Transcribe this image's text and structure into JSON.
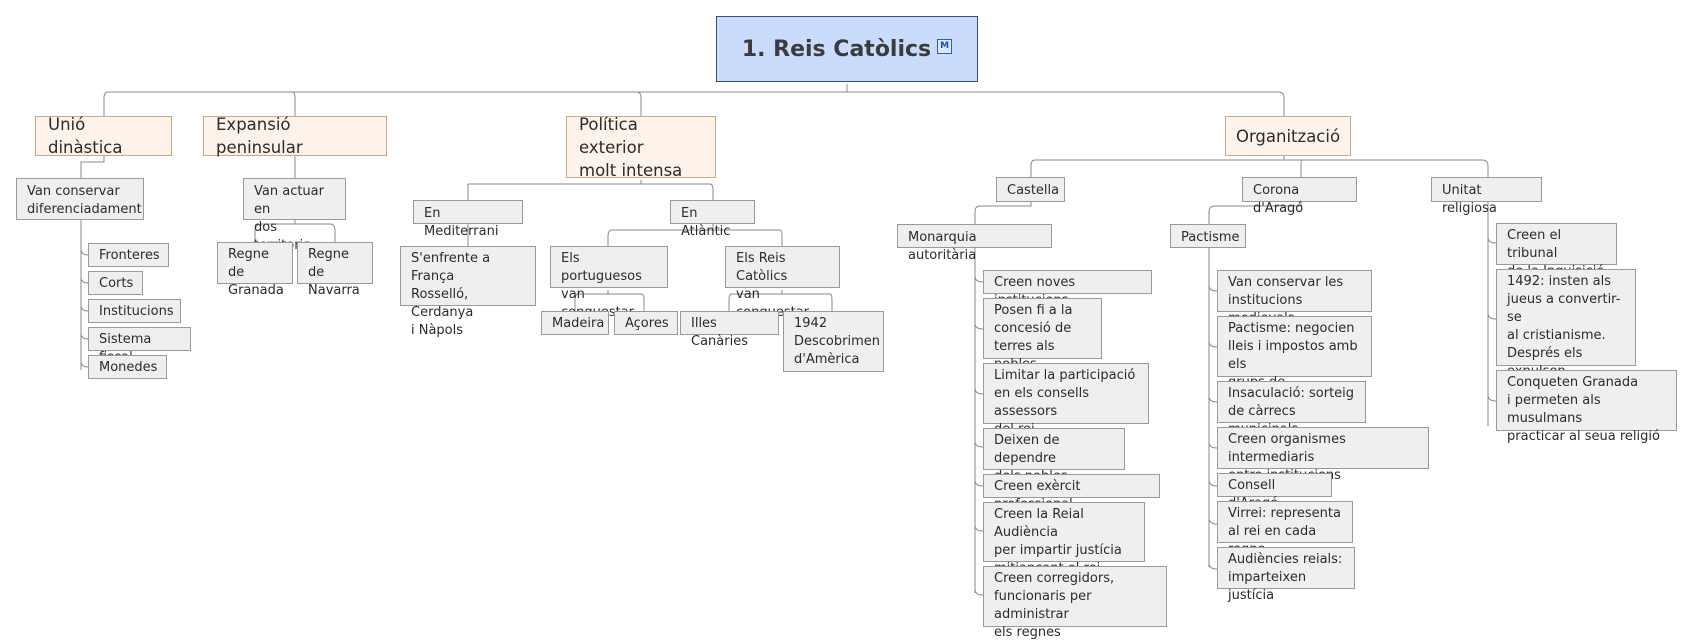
{
  "root": {
    "title": "1. Reis Catòlics",
    "badge": "M"
  },
  "topics": {
    "unio": {
      "label": "Unió dinàstica",
      "sub": "Van conservar\ndiferenciadament",
      "items": [
        "Fronteres",
        "Corts",
        "Institucions",
        "Sistema fiscal",
        "Monedes"
      ]
    },
    "expansio": {
      "label": "Expansió peninsular",
      "sub": "Van actuar en\ndos territoris",
      "items": [
        "Regne de\nGranada",
        "Regne de\nNavarra"
      ]
    },
    "politica": {
      "label": "Política exterior\nmolt intensa",
      "mediterrani": {
        "label": "En Mediterrani",
        "item": "S'enfrente a França\nRosselló, Cerdanya\ni Nàpols"
      },
      "atlantic": {
        "label": "En Atlàntic",
        "portuguesos": "Els portuguesos\nvan conquestar",
        "portuguesos_items": [
          "Madeira",
          "Açores"
        ],
        "reis": "Els Reis Catòlics\nvan conquestar",
        "reis_items": [
          "Illes Canàries",
          "1942\nDescobrimen\nd'Amèrica"
        ]
      }
    },
    "organitzacio": {
      "label": "Organització",
      "castella": {
        "label": "Castella",
        "monarquia": "Monarquia autoritària",
        "items": [
          "Creen noves institucions",
          "Posen fi a la\nconcesió de\nterres als nobles",
          "Limitar la participació\nen els consells assessors\ndel rei",
          "Deixen de dependre\ndels nobles",
          "Creen exèrcit professional",
          "Creen la Reial Audiència\nper impartir justícia\nmitjançant el rei",
          "Creen corregidors,\nfuncionaris per administrar\nels regnes"
        ]
      },
      "corona": {
        "label": "Corona d'Aragó",
        "pactisme": "Pactisme",
        "items": [
          "Van conservar les\ninstitucions medievals",
          "Pactisme: negocien\nlleis i impostos amb els\ngrups de privilegiats",
          "Insaculació: sorteig\nde càrrecs municipals",
          "Creen organismes intermediaris\nentre institucions",
          "Consell d'Aragó",
          "Virrei: representa\nal rei en cada regne",
          "Audiències reials:\nimparteixen justícia"
        ]
      },
      "unitat": {
        "label": "Unitat religiosa",
        "items": [
          "Creen el tribunal\nde la Inquisició",
          "1492: insten als\njueus a convertir-se\nal cristianisme.\nDesprés els\nexpulsen.",
          "Conqueten Granada\ni permeten als musulmans\npracticar al seua religió"
        ]
      }
    }
  }
}
